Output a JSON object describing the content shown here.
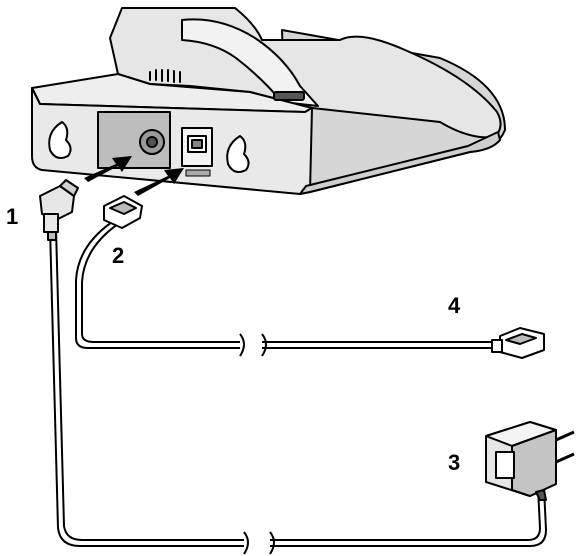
{
  "diagram": {
    "callouts": [
      {
        "id": "power-plug-label",
        "text": "1"
      },
      {
        "id": "phone-plug-label",
        "text": "2"
      },
      {
        "id": "power-adapter-label",
        "text": "3"
      },
      {
        "id": "phone-cable-end-label",
        "text": "4"
      }
    ]
  },
  "colors": {
    "outline": "#000000",
    "body_fill": "#e6e6e6",
    "shade_fill": "#c4c4c4",
    "dark_fill": "#555555",
    "background": "#ffffff"
  }
}
